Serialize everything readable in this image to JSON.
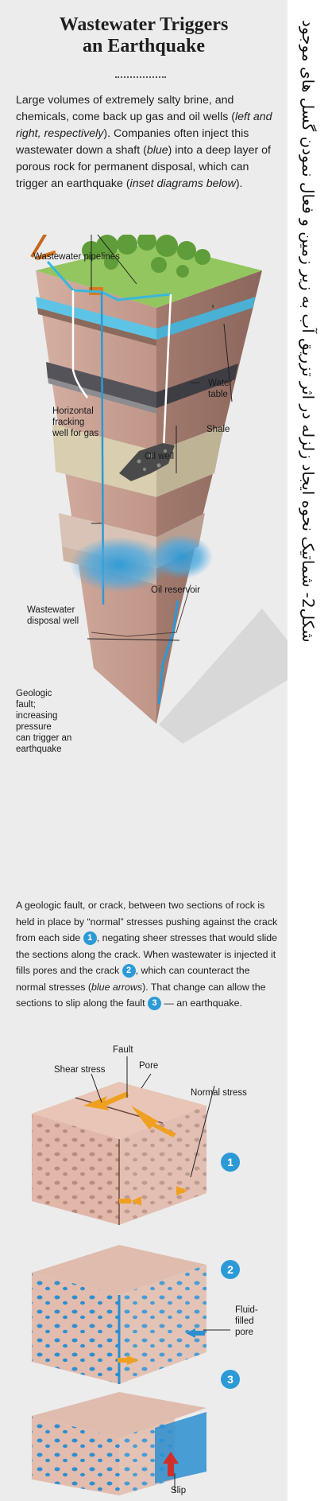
{
  "header": {
    "title_line1": "Wastewater Triggers",
    "title_line2": "an Earthquake"
  },
  "intro": {
    "part1": "Large volumes of extremely salty brine, and chemicals, come back up gas and oil wells (",
    "part1_italic": "left and right, respectively",
    "part2": "). Companies often inject this wastewater down a shaft (",
    "part2_italic": "blue",
    "part3": ") into a deep layer of porous rock for permanent disposal, which can trigger an earthquake (",
    "part3_italic": "inset diagrams below",
    "part4": ")."
  },
  "side_caption": "شکل2- شماتیک نحوه ایجاد زلزله در اثر تزریق آب به زیر زمین و فعال نمودن گسل های موجود",
  "column_labels": {
    "pipelines": "Wastewater pipelines",
    "fracking_line1": "Horizontal",
    "fracking_line2": "fracking",
    "fracking_line3": "well for gas",
    "water_table_line1": "Water",
    "water_table_line2": "table",
    "shale": "Shale",
    "oil_well": "Oil well",
    "oil_reservoir": "Oil reservoir",
    "disposal_line1": "Wastewater",
    "disposal_line2": "disposal well",
    "fault_line1": "Geologic",
    "fault_line2": "fault;",
    "fault_line3": "increasing",
    "fault_line4": "pressure",
    "fault_line5": "can trigger an",
    "fault_line6": "earthquake"
  },
  "explanation": {
    "part1": "A geologic fault, or crack, between two sections of rock is held in place by “normal” stresses pushing against the crack from each side ",
    "num1": "1",
    "part2": ", negating sheer stresses that would slide the sections along the crack. When wastewater is injected it fills pores and the crack ",
    "num2": "2",
    "part3": ", which can counteract the normal stresses (",
    "part3_italic": "blue arrows",
    "part4": "). That change can allow the sections to slip along the fault ",
    "num3": "3",
    "part5": " — an earthquake."
  },
  "inset_labels": {
    "fault": "Fault",
    "shear_stress": "Shear stress",
    "pore": "Pore",
    "normal_stress": "Normal stress",
    "fluid_line1": "Fluid-",
    "fluid_line2": "filled",
    "fluid_line3": "pore",
    "slip": "Slip",
    "step1": "1",
    "step2": "2",
    "step3": "3"
  },
  "colors": {
    "panel_bg": "#ececec",
    "water_blue": "#2b9ad6",
    "rock_pink": "#c9a296",
    "grass_green": "#8fc25a",
    "arrow_orange": "#f0a020",
    "slip_red": "#d0302a"
  }
}
